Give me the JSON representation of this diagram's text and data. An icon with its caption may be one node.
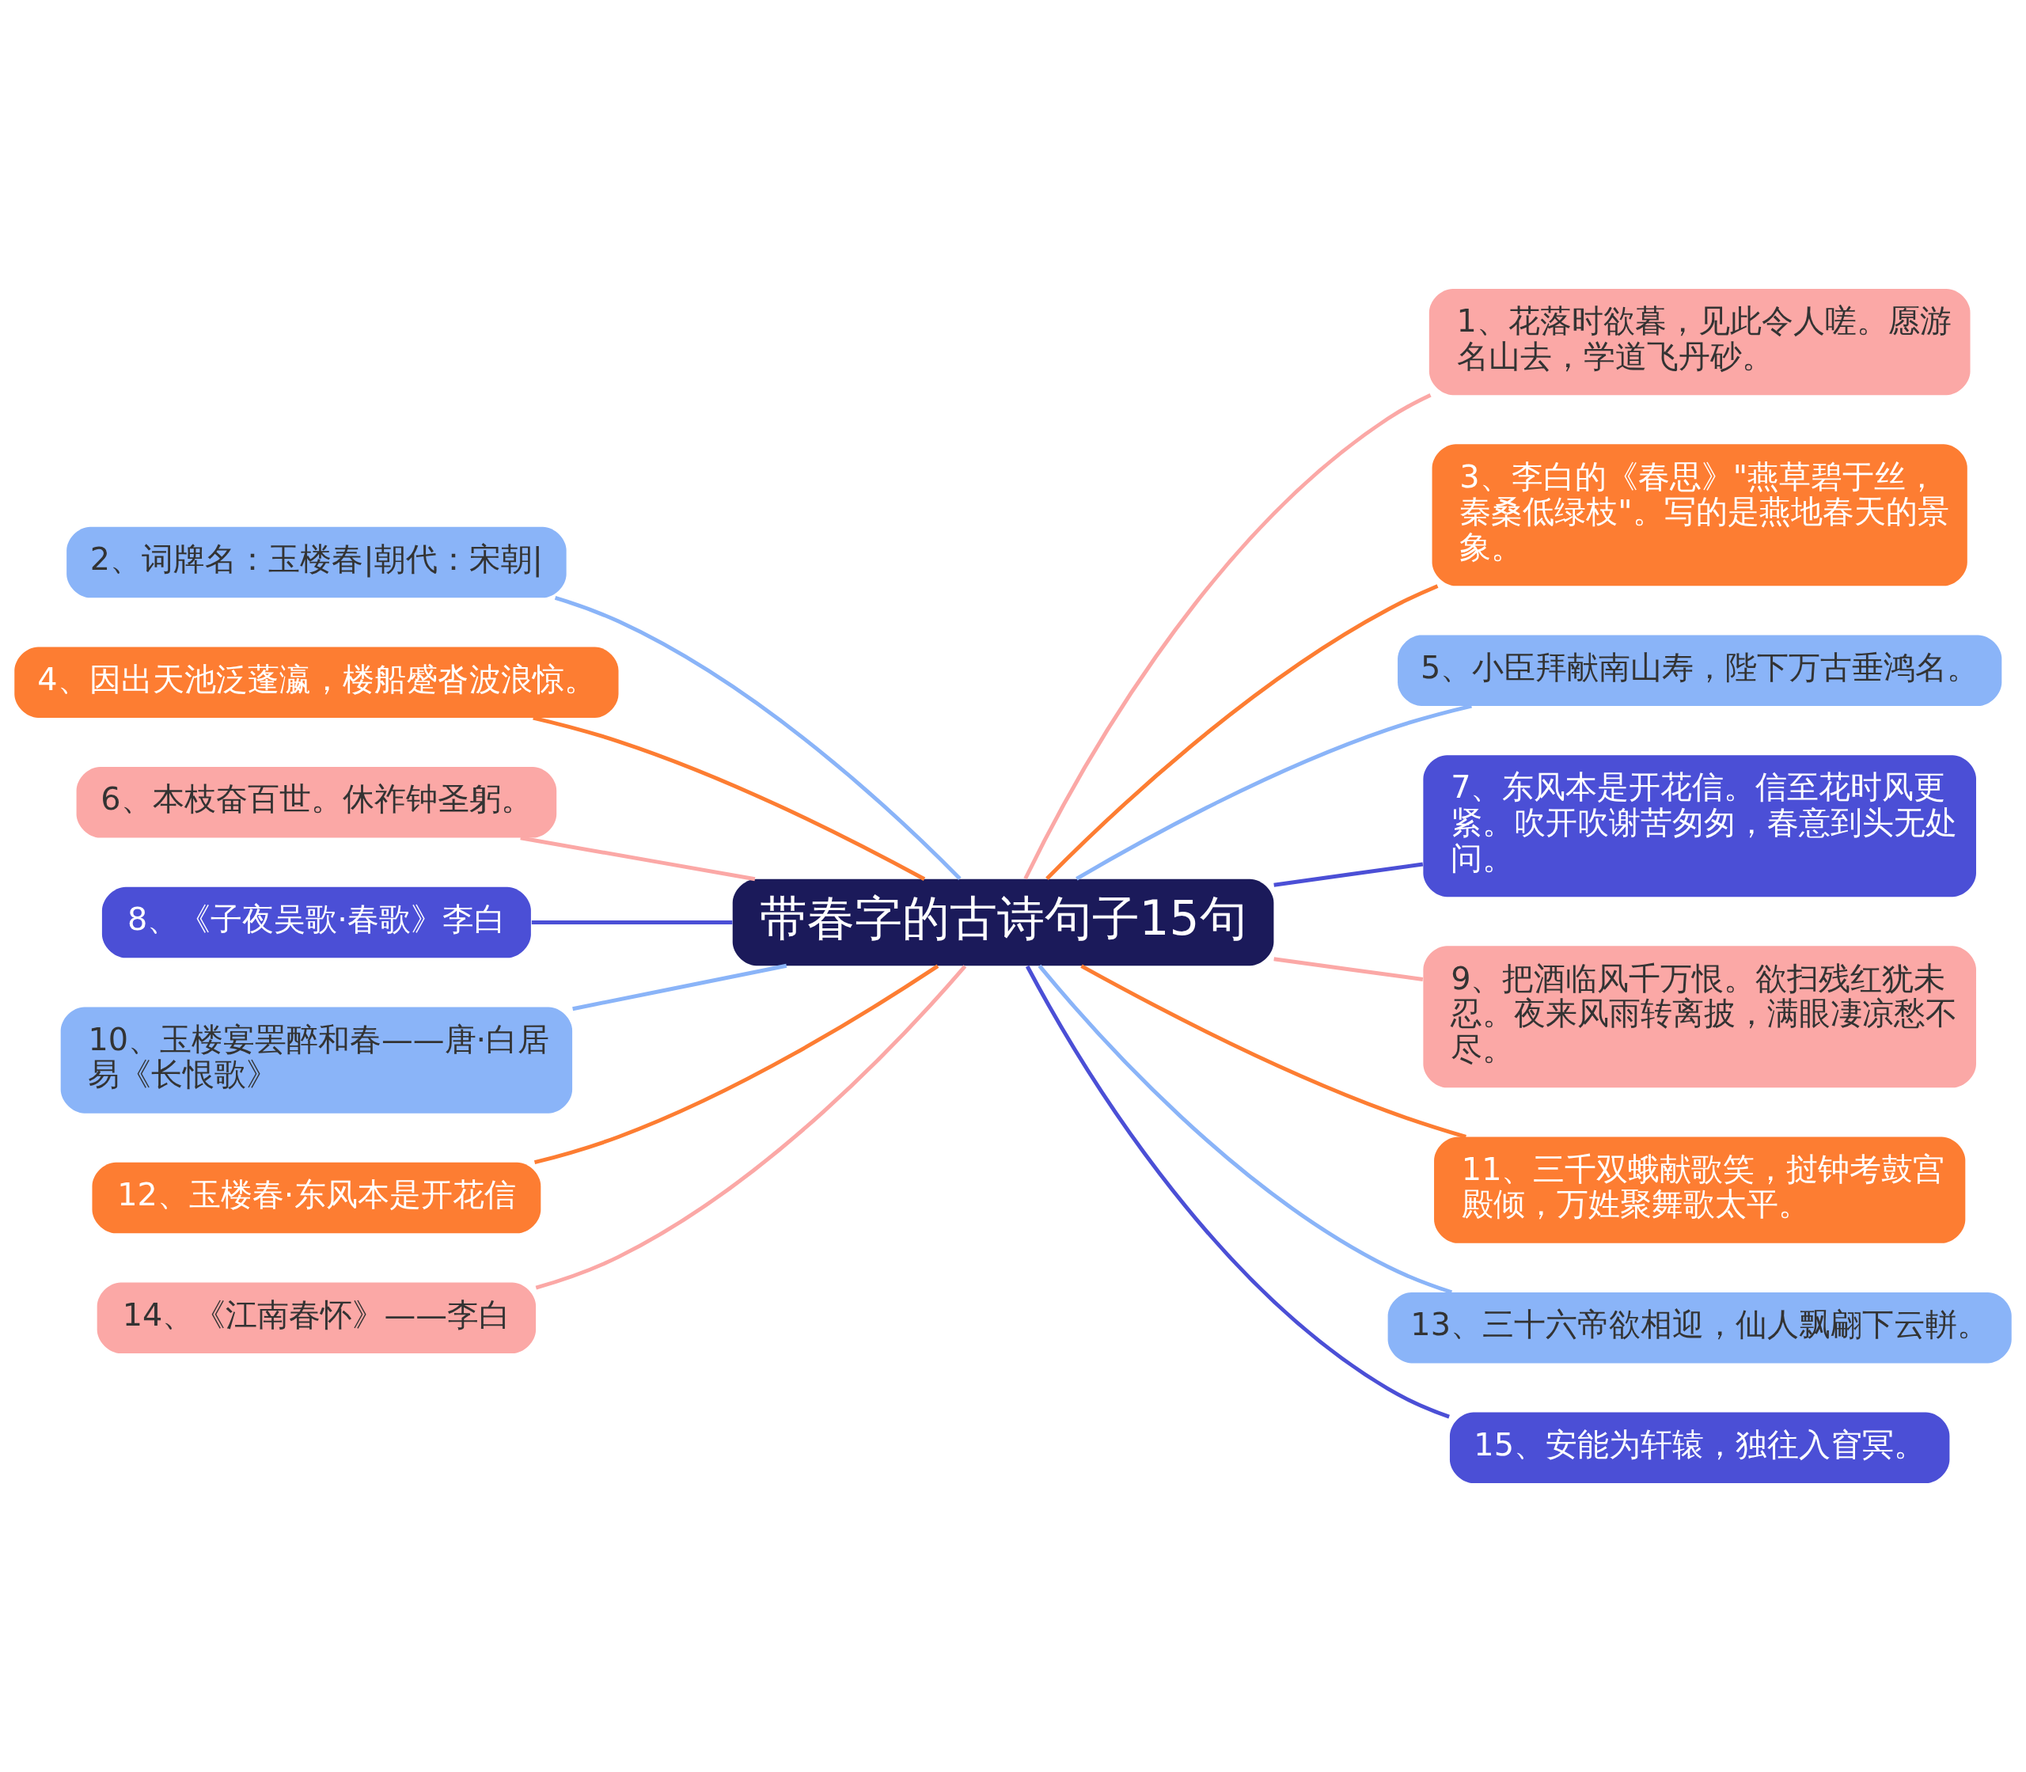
{
  "diagram": {
    "nodes": [
      {
        "text": [
          "带春字的古诗句子15句"
        ]
      },
      {
        "text": [
          "1、花落时欲暮，见此令人嗟。愿游名山去，学道飞丹砂。"
        ]
      },
      {
        "text": [
          "2、词牌名：玉楼春|朝代：宋朝|"
        ]
      },
      {
        "text": [
          "3、李白的《春思》\"燕草碧于丝，秦桑低绿枝\"。写的是燕地春天的景象。"
        ]
      },
      {
        "text": [
          "4、因出天池泛蓬瀛，楼船蹙沓波浪惊。"
        ]
      },
      {
        "text": [
          "5、小臣拜献南山寿，陛下万古垂鸿名。"
        ]
      },
      {
        "text": [
          "6、本枝奋百世。休祚钟圣躬。"
        ]
      },
      {
        "text": [
          "7、东风本是开花信。信至花时风更紧。吹开吹谢苦匆匆，春意到头无处问。"
        ]
      },
      {
        "text": [
          "8、《子夜吴歌·春歌》李白"
        ]
      },
      {
        "text": [
          "9、把酒临风千万恨。欲扫残红犹未忍。夜来风雨转离披，满眼凄凉愁不尽。"
        ]
      },
      {
        "text": [
          "10、玉楼宴罢醉和春——唐·白居易《长恨歌》"
        ]
      },
      {
        "text": [
          "11、三千双蛾献歌笑，挝钟考鼓宫殿倾，万姓聚舞歌太平。"
        ]
      },
      {
        "text": [
          "12、玉楼春·东风本是开花信"
        ]
      },
      {
        "text": [
          "13、三十六帝欲相迎，仙人飘翩下云軿。"
        ]
      },
      {
        "text": [
          "14、《江南春怀》——李白"
        ]
      },
      {
        "text": [
          "15、安能为轩辕，独往入窅冥。"
        ]
      }
    ],
    "edges": [
      {
        "from": 0,
        "to": 1,
        "arrow": "none",
        "color": "#fba8a6"
      },
      {
        "from": 0,
        "to": 2,
        "arrow": "none",
        "color": "#8ab4f8"
      },
      {
        "from": 0,
        "to": 3,
        "arrow": "none",
        "color": "#fd7d32"
      },
      {
        "from": 0,
        "to": 4,
        "arrow": "none",
        "color": "#fd7d32"
      },
      {
        "from": 0,
        "to": 5,
        "arrow": "none",
        "color": "#8ab4f8"
      },
      {
        "from": 0,
        "to": 6,
        "arrow": "none",
        "color": "#fba8a6"
      },
      {
        "from": 0,
        "to": 7,
        "arrow": "none",
        "color": "#4b4fd6"
      },
      {
        "from": 0,
        "to": 8,
        "arrow": "none",
        "color": "#4b4fd6"
      },
      {
        "from": 0,
        "to": 9,
        "arrow": "none",
        "color": "#fba8a6"
      },
      {
        "from": 0,
        "to": 10,
        "arrow": "none",
        "color": "#8ab4f8"
      },
      {
        "from": 0,
        "to": 11,
        "arrow": "none",
        "color": "#fd7d32"
      },
      {
        "from": 0,
        "to": 12,
        "arrow": "none",
        "color": "#fd7d32"
      },
      {
        "from": 0,
        "to": 13,
        "arrow": "none",
        "color": "#8ab4f8"
      },
      {
        "from": 0,
        "to": 14,
        "arrow": "none",
        "color": "#fba8a6"
      },
      {
        "from": 0,
        "to": 15,
        "arrow": "none",
        "color": "#4b4fd6"
      }
    ]
  }
}
